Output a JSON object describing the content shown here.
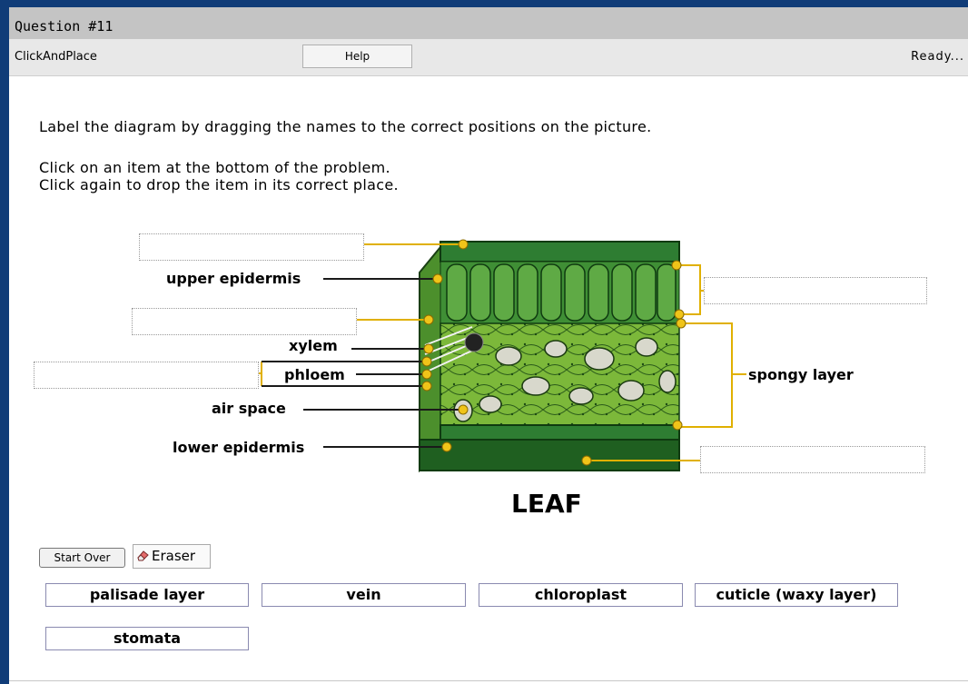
{
  "window": {
    "title": "Question #11"
  },
  "toolbar": {
    "mode": "ClickAndPlace",
    "help_label": "Help",
    "status": "Ready..."
  },
  "instructions": {
    "line1": "Label the diagram by dragging the names to the correct positions on the picture.",
    "line2": "Click on an item at the bottom of the problem.",
    "line3": "Click again to drop the item in its correct place."
  },
  "diagram": {
    "title": "LEAF",
    "labels": {
      "upper_epidermis": "upper epidermis",
      "xylem": "xylem",
      "phloem": "phloem",
      "air_space": "air space",
      "lower_epidermis": "lower epidermis",
      "spongy_layer": "spongy layer"
    },
    "colors": {
      "leaf_dark": "#1f5f20",
      "leaf_mid": "#3f8a2f",
      "leaf_light": "#8cc63f",
      "pointer": "#f0c419"
    }
  },
  "controls": {
    "start_over": "Start Over",
    "eraser": "Eraser"
  },
  "choices": [
    "palisade layer",
    "vein",
    "chloroplast",
    "cuticle (waxy layer)",
    "stomata"
  ]
}
